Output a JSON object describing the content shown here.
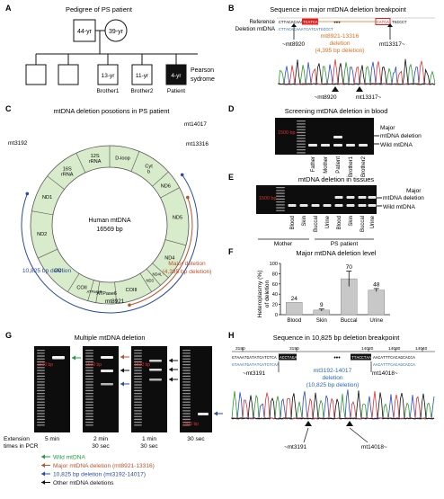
{
  "panels": {
    "A": {
      "letter": "A",
      "title": "Pedigree of PS patient",
      "father_age": "44-yr",
      "mother_age": "39-yr",
      "brother1_age": "13-yr",
      "brother2_age": "11-yr",
      "patient_age": "4-yr",
      "brother1": "Brother1",
      "brother2": "Brother2",
      "patient": "Patient",
      "diagnosis": "Pearson sydrome"
    },
    "B": {
      "letter": "B",
      "title": "Sequence in major mtDNA deletion breakpoint",
      "reference": "Reference",
      "deletion": "Deletion mtDNA",
      "ref_seq_left": "CTTACACAAA",
      "ref_box_left": "TCATCA",
      "ref_seq_right_box": "CATCA",
      "ref_seq_right": "TGCCCT",
      "del_seq": "CTTACACAAATCATCATGCCCT",
      "ellipsis": "•••",
      "left_pos": "~mt8920",
      "right_pos": "mt13317~",
      "deletion_range": "mt8921-13316",
      "deletion_label": "deletion",
      "deletion_size": "(4,395 bp deletion)"
    },
    "C": {
      "letter": "C",
      "title": "mtDNA deletion posotions in PS patient",
      "center1": "Human mtDNA",
      "center2": "16569 bp",
      "genes": [
        "D-loop",
        "Cyt b",
        "ND6",
        "ND5",
        "ND4",
        "ND4L",
        "ND3",
        "COIII",
        "ATPase6",
        "ATPase8",
        "COII",
        "COI",
        "ND2",
        "ND1",
        "16S rRNA",
        "12S rRNA"
      ],
      "mt3192": "mt3192",
      "mt14017": "mt14017",
      "mt13316": "mt13316",
      "mt8921": "mt8921",
      "major1": "Major deletion",
      "major2": "(4,395 bp deletion)",
      "minor": "10,825 bp deletion"
    },
    "D": {
      "letter": "D",
      "title": "Screening mtDNA deletion in blood",
      "marker": "1500 bp",
      "lanes": [
        "Father",
        "Mother",
        "Patient",
        "Brother1",
        "Brother2"
      ],
      "major1": "Major",
      "major2": "mtDNA deletion",
      "wild": "Wild mtDNA"
    },
    "E": {
      "letter": "E",
      "title": "mtDNA deletion in tissues",
      "marker": "1500 bp",
      "lanes": [
        "Blood",
        "Skin",
        "Buccal",
        "Urine",
        "Blood",
        "Skin",
        "Buccal",
        "Urine"
      ],
      "group1": "Mother",
      "group2": "PS patient",
      "major1": "Major",
      "major2": "mtDNA deletion",
      "wild": "Wild mtDNA"
    },
    "F": {
      "letter": "F",
      "title": "Major mtDNA deletion level",
      "ylabel1": "Heteroplasmy (%)",
      "ylabel2": "of deletion",
      "yticks": [
        "0",
        "20",
        "40",
        "60",
        "80",
        "100"
      ]
    },
    "G": {
      "letter": "G",
      "title": "Multiple mtDNA deletion",
      "ext_label1": "Extension",
      "ext_label2": "times in PCR",
      "times": [
        "5 min",
        "2 min",
        "1 min",
        "30 sec"
      ],
      "times2": [
        "",
        "30 sec",
        "30 sec",
        ""
      ],
      "legend": [
        "Wild mtDNA",
        "Major mtDNA deletion (mt8921-13316)",
        "10,825 bp deletion (mt3192-14017)",
        "Other mtDNA deletions"
      ],
      "m1": "1500 bp",
      "m2": "1500 bp",
      "m3": "1500 bp",
      "m4": "1500 bp"
    },
    "H": {
      "letter": "H",
      "title": "Sequence in 10,825 bp deletion breakpoint",
      "ticks": [
        "3180",
        "3190",
        "14020",
        "14030",
        "14040"
      ],
      "seq1a": "GTAAATGATATCATCTCA",
      "seq1b": "ACCTAGA",
      "seq1c": "TTACCTAA",
      "seq1d": "AACATTTCACAGCACCA",
      "seq2": "GTAAATGATATCATCTCAA",
      "seq2b": "AACATTTCACAGCACCA",
      "ellipsis": "•••",
      "left": "~mt3191",
      "right": "mt14018~",
      "del1": "mt3192-14017",
      "del2": "deletion",
      "del3": "(10,825 bp deletion)"
    }
  },
  "chart_data": {
    "type": "bar",
    "title": "Major mtDNA deletion level",
    "ylabel": "Heteroplasmy (%) of deletion",
    "categories": [
      "Blood",
      "Skin",
      "Buccal",
      "Urine"
    ],
    "values": [
      24,
      9,
      70,
      48
    ],
    "errors": [
      0,
      2,
      15,
      3
    ],
    "ylim": [
      0,
      100
    ]
  },
  "colors": {
    "wild": "#1a9e3a",
    "major": "#c0522a",
    "minor": "#2a4aa8",
    "other": "#111111",
    "orange": "#e07020",
    "green_fill": "#d8eccb",
    "box_red": "#e02020"
  }
}
